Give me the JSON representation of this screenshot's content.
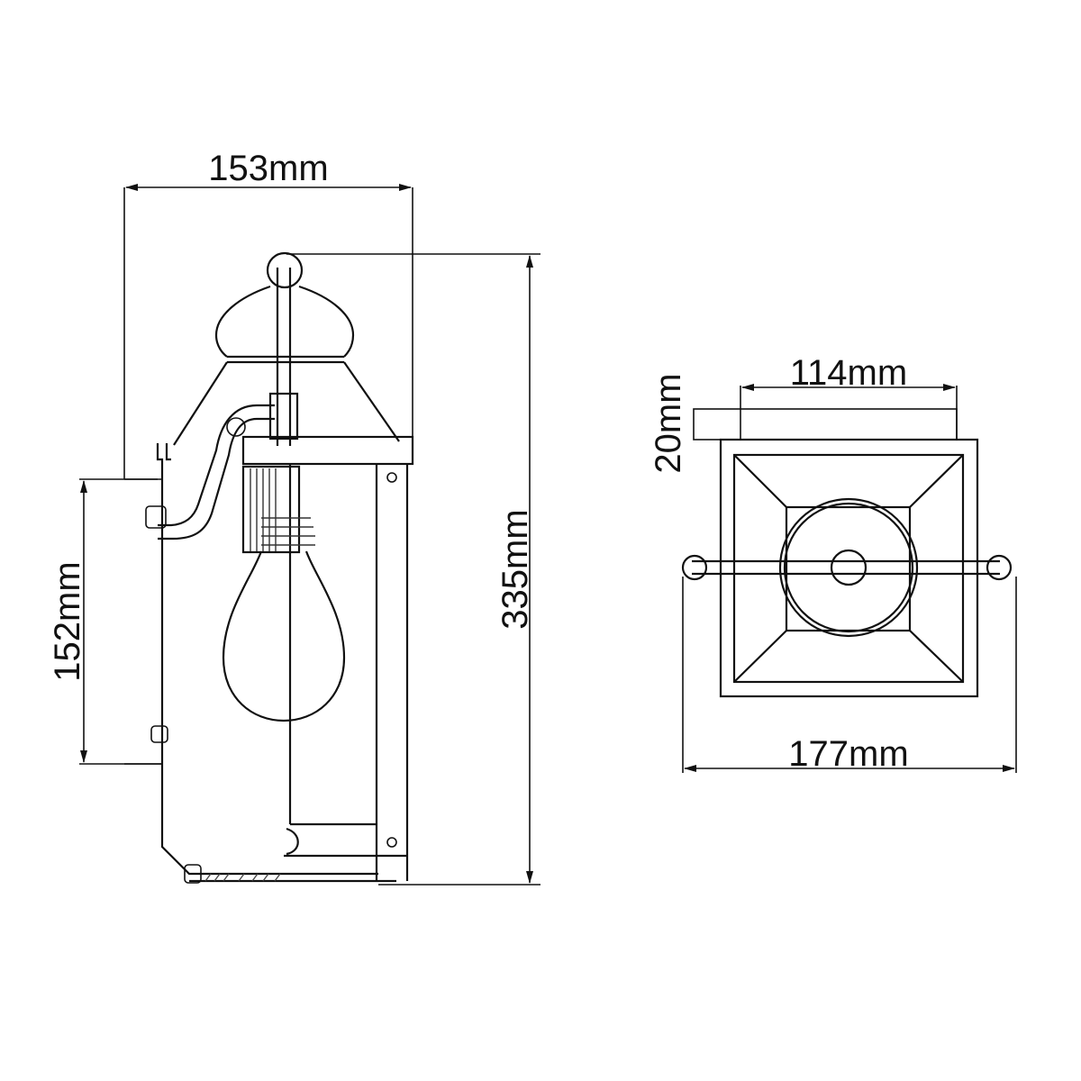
{
  "drawing": {
    "subject": "wall lantern technical dimension drawing",
    "side_view": {
      "width_label": "153mm",
      "height_label": "335mm",
      "backplate_label": "152mm"
    },
    "top_view": {
      "top_width_label": "114mm",
      "depth_label": "20mm",
      "overall_width_label": "177mm"
    }
  },
  "colors": {
    "line": "#111111",
    "background": "#ffffff"
  }
}
